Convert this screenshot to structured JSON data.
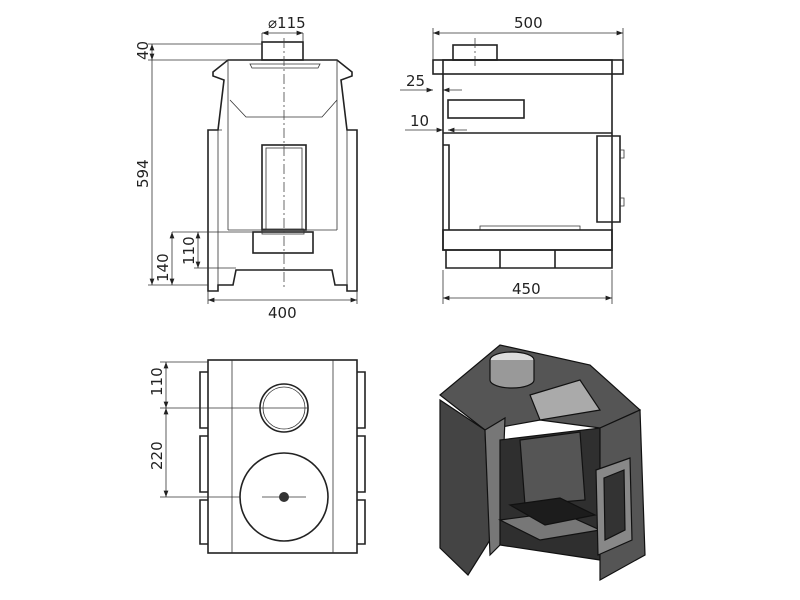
{
  "front_view": {
    "flue_diameter": "⌀115",
    "top_height": "40",
    "body_height": "594",
    "base_height": "140",
    "ash_height": "110",
    "width": "400"
  },
  "side_view": {
    "depth": "500",
    "base_depth": "450",
    "offset_top": "25",
    "offset_mid": "10"
  },
  "top_view": {
    "flue_offset": "110",
    "hob_offset": "220"
  },
  "colors": {
    "line": "#222222",
    "iso_dark": "#3a3a3a",
    "iso_mid": "#6e6e6e",
    "iso_light": "#9a9a9a"
  }
}
